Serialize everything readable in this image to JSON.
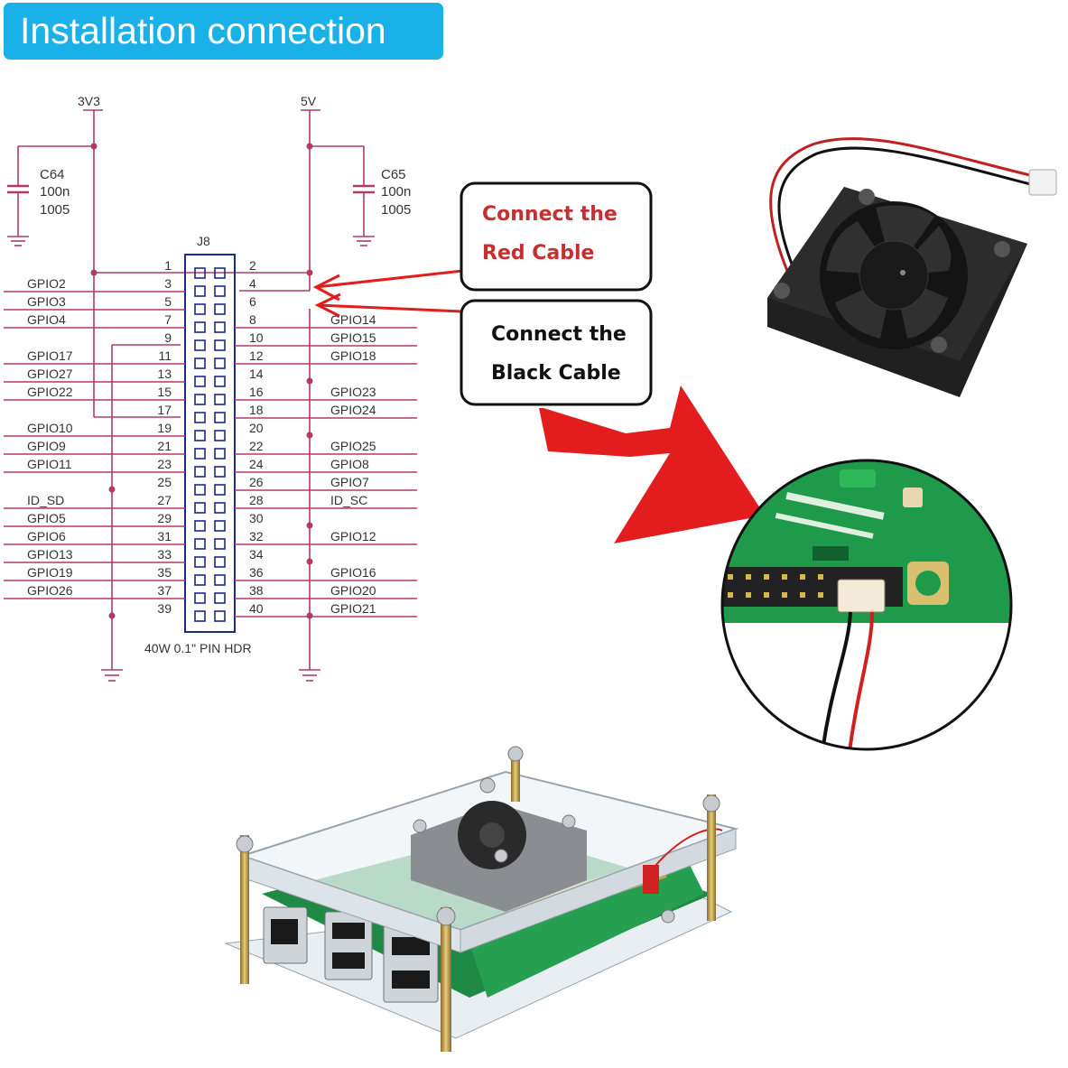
{
  "banner": {
    "title": "Installation connection"
  },
  "schematic": {
    "power_left": "3V3",
    "power_right": "5V",
    "cap_left": {
      "ref": "C64",
      "value": "100n",
      "size": "1005"
    },
    "cap_right": {
      "ref": "C65",
      "value": "100n",
      "size": "1005"
    },
    "header_ref": "J8",
    "header_caption": "40W 0.1\" PIN HDR",
    "rows": [
      {
        "odd": "1",
        "even": "2",
        "left": "",
        "right": ""
      },
      {
        "odd": "3",
        "even": "4",
        "left": "GPIO2",
        "right": ""
      },
      {
        "odd": "5",
        "even": "6",
        "left": "GPIO3",
        "right": ""
      },
      {
        "odd": "7",
        "even": "8",
        "left": "GPIO4",
        "right": "GPIO14"
      },
      {
        "odd": "9",
        "even": "10",
        "left": "",
        "right": "GPIO15"
      },
      {
        "odd": "11",
        "even": "12",
        "left": "GPIO17",
        "right": "GPIO18"
      },
      {
        "odd": "13",
        "even": "14",
        "left": "GPIO27",
        "right": ""
      },
      {
        "odd": "15",
        "even": "16",
        "left": "GPIO22",
        "right": "GPIO23"
      },
      {
        "odd": "17",
        "even": "18",
        "left": "",
        "right": "GPIO24"
      },
      {
        "odd": "19",
        "even": "20",
        "left": "GPIO10",
        "right": ""
      },
      {
        "odd": "21",
        "even": "22",
        "left": "GPIO9",
        "right": "GPIO25"
      },
      {
        "odd": "23",
        "even": "24",
        "left": "GPIO11",
        "right": "GPIO8"
      },
      {
        "odd": "25",
        "even": "26",
        "left": "",
        "right": "GPIO7"
      },
      {
        "odd": "27",
        "even": "28",
        "left": "ID_SD",
        "right": "ID_SC"
      },
      {
        "odd": "29",
        "even": "30",
        "left": "GPIO5",
        "right": ""
      },
      {
        "odd": "31",
        "even": "32",
        "left": "GPIO6",
        "right": "GPIO12"
      },
      {
        "odd": "33",
        "even": "34",
        "left": "GPIO13",
        "right": ""
      },
      {
        "odd": "35",
        "even": "36",
        "left": "GPIO19",
        "right": "GPIO16"
      },
      {
        "odd": "37",
        "even": "38",
        "left": "GPIO26",
        "right": "GPIO20"
      },
      {
        "odd": "39",
        "even": "40",
        "left": "",
        "right": "GPIO21"
      }
    ]
  },
  "callouts": {
    "red": {
      "line1": "Connect the",
      "line2": "Red Cable"
    },
    "black": {
      "line1": "Connect the",
      "line2": "Black Cable"
    }
  },
  "colors": {
    "banner": "#1ab0e8",
    "wire": "#b03a6a",
    "header_outline": "#1c2a8c",
    "arrow": "#e31d1d",
    "red_text": "#c62f2f",
    "pcb": "#1f9a4a"
  }
}
